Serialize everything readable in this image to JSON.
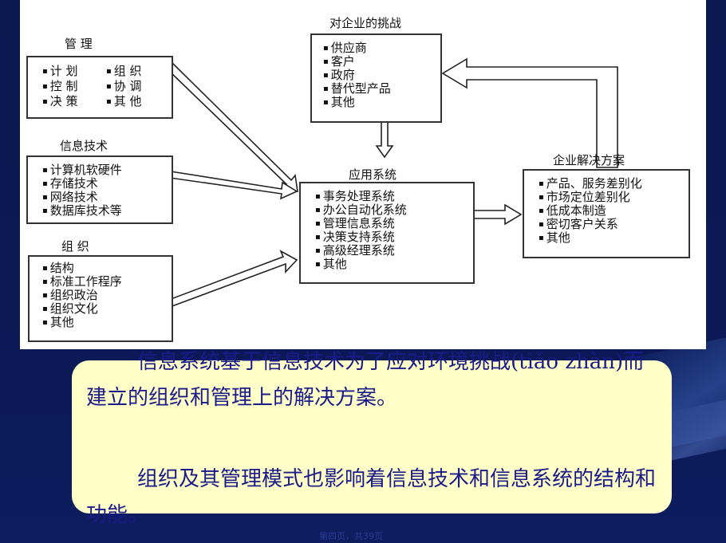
{
  "diagram": {
    "management": {
      "title": "管 理",
      "items": [
        "计 划",
        "组 织",
        "控 制",
        "协 调",
        "决 策",
        "其 他"
      ]
    },
    "it": {
      "title": "信息技术",
      "items": [
        "计算机软硬件",
        "存储技术",
        "网络技术",
        "数据库技术等"
      ]
    },
    "organization": {
      "title": "组 织",
      "items": [
        "结构",
        "标准工作程序",
        "组织政治",
        "组织文化",
        "其他"
      ]
    },
    "challenges": {
      "title": "对企业的挑战",
      "items": [
        "供应商",
        "客户",
        "政府",
        "替代型产品",
        "其他"
      ]
    },
    "applications": {
      "title": "应用系统",
      "items": [
        "事务处理系统",
        "办公自动化系统",
        "管理信息系统",
        "决策支持系统",
        "高级经理系统",
        "其他"
      ]
    },
    "solutions": {
      "title": "企业解决方案",
      "items": [
        "产品、服务差别化",
        "市场定位差别化",
        "低成本制造",
        "密切客户关系",
        "其他"
      ]
    }
  },
  "text": {
    "para1": "信息系统基于信息技术为了应对环境挑战(tiǎo zhàn)而建立的组织和管理上的解决方案。",
    "para2": "组织及其管理模式也影响着信息技术和信息系统的结构和功能。"
  },
  "footer": "第四页，共39页"
}
